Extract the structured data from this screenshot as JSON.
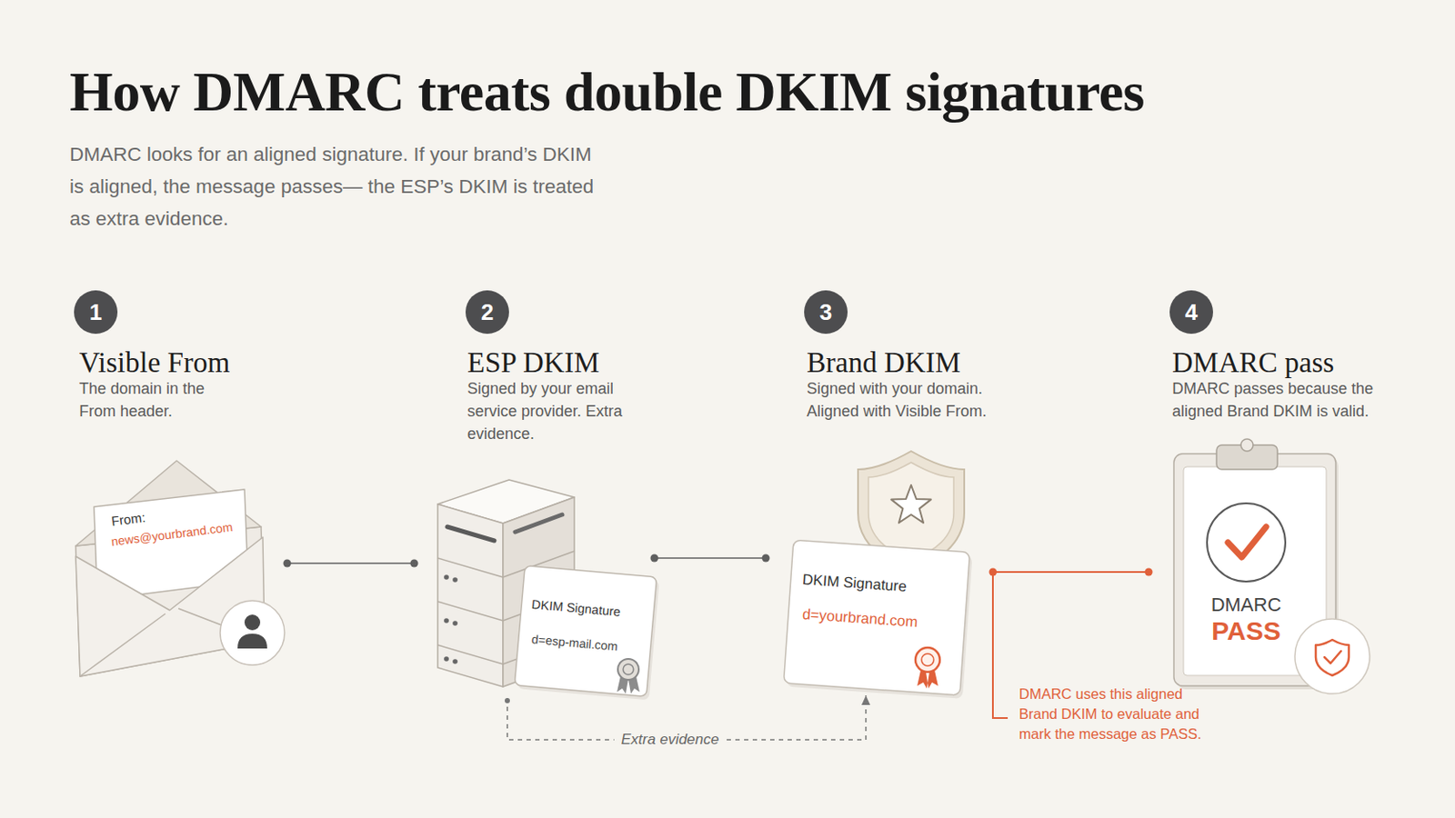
{
  "diagram": {
    "title": "How DMARC treats double DKIM signatures",
    "caption": "DMARC looks for an aligned signature. If your brand’s DKIM is aligned, the message passes— the ESP’s DKIM is treated as extra evidence.",
    "nodes": [
      {
        "text": [
          "From:",
          "news@yourbrand.com"
        ]
      },
      {
        "text": [
          "DKIM Signature",
          "d=esp-mail.com"
        ]
      },
      {
        "text": [
          "DKIM Signature",
          "d=yourbrand.com"
        ]
      },
      {
        "text": [
          "DMARC",
          "PASS"
        ]
      }
    ],
    "edges": [
      {
        "from": 0,
        "to": 1,
        "arrow": "none"
      },
      {
        "from": 1,
        "to": 2,
        "arrow": "none"
      },
      {
        "from": 2,
        "to": 3,
        "arrow": "none"
      },
      {
        "from": 1,
        "to": 2,
        "label": "Extra evidence",
        "arrow": "to"
      }
    ],
    "labels": [
      "1",
      "Visible From",
      "The domain in the From header.",
      "2",
      "ESP DKIM",
      "Signed by your email service provider. Extra evidence.",
      "3",
      "Brand DKIM",
      "Signed with your domain. Aligned with Visible From.",
      "4",
      "DMARC pass",
      "DMARC passes because the aligned Brand DKIM is valid.",
      "DMARC uses this aligned Brand DKIM to evaluate and mark the message as PASS."
    ]
  }
}
